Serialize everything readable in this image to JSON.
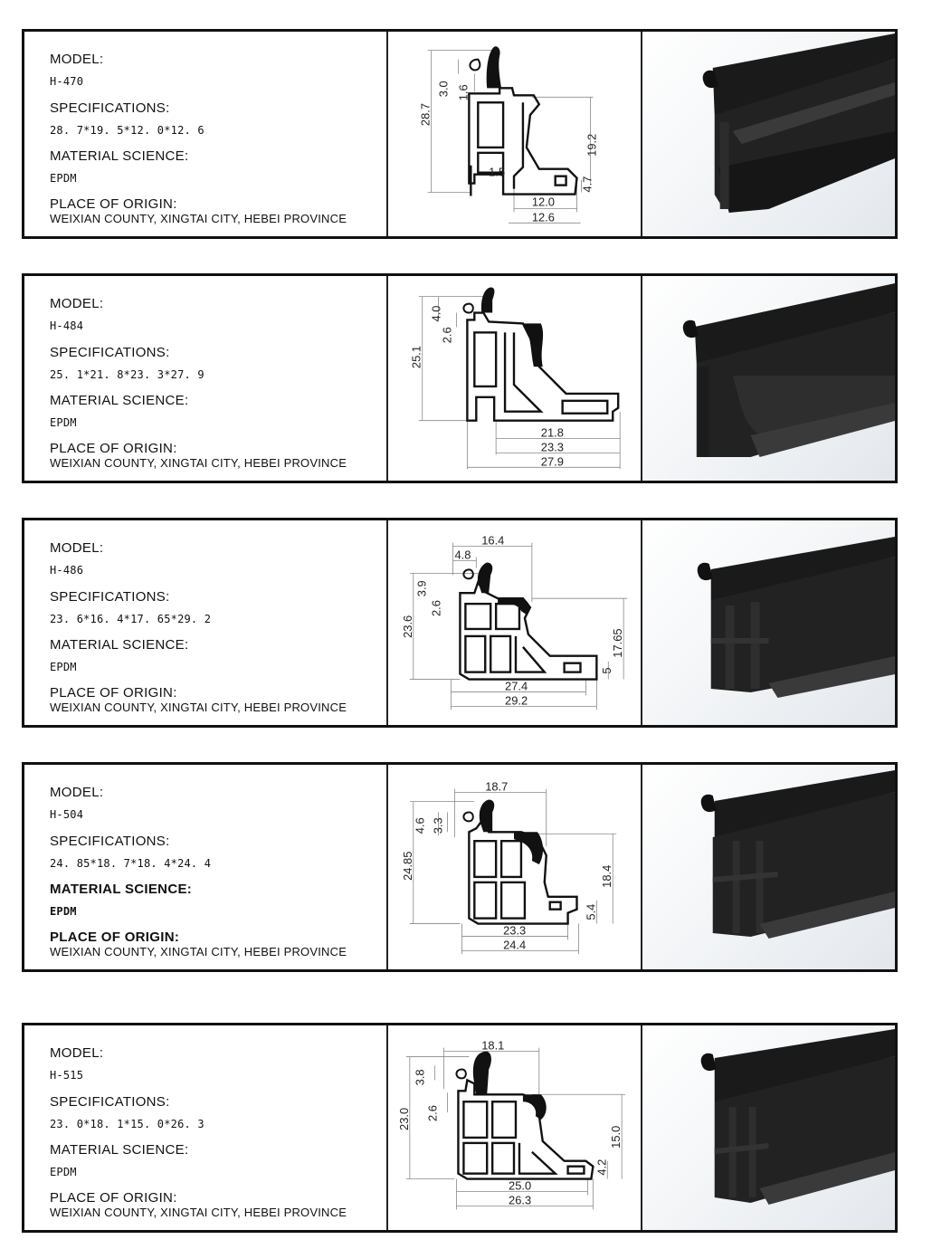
{
  "labels": {
    "model": "MODEL:",
    "specifications": "SPECIFICATIONS:",
    "material": "MATERIAL SCIENCE:",
    "origin": "PLACE OF ORIGIN:"
  },
  "products": [
    {
      "model": "H-470",
      "specifications": "28. 7*19. 5*12. 0*12. 6",
      "material": "EPDM",
      "origin": "WEIXIAN COUNTY, XINGTAI CITY, HEBEI PROVINCE",
      "dimensions": [
        "28.7",
        "3.0",
        "1.6",
        "19.2",
        "1.5",
        "4.7",
        "12.0",
        "12.6"
      ]
    },
    {
      "model": "H-484",
      "specifications": "25. 1*21. 8*23. 3*27. 9",
      "material": "EPDM",
      "origin": "WEIXIAN COUNTY, XINGTAI CITY, HEBEI PROVINCE",
      "dimensions": [
        "25.1",
        "4.0",
        "2.6",
        "21.8",
        "23.3",
        "27.9"
      ]
    },
    {
      "model": "H-486",
      "specifications": "23. 6*16. 4*17. 65*29. 2",
      "material": "EPDM",
      "origin": "WEIXIAN COUNTY, XINGTAI CITY, HEBEI PROVINCE",
      "dimensions": [
        "16.4",
        "4.8",
        "3.9",
        "2.6",
        "23.6",
        "17.65",
        "5",
        "27.4",
        "29.2"
      ]
    },
    {
      "model": "H-504",
      "specifications": "24. 85*18. 7*18. 4*24. 4",
      "material": "EPDM",
      "origin": "WEIXIAN COUNTY, XINGTAI CITY, HEBEI PROVINCE",
      "dimensions": [
        "18.7",
        "4.6",
        "3.3",
        "24.85",
        "18.4",
        "5.4",
        "23.3",
        "24.4"
      ]
    },
    {
      "model": "H-515",
      "specifications": "23. 0*18. 1*15. 0*26. 3",
      "material": "EPDM",
      "origin": "WEIXIAN COUNTY, XINGTAI CITY, HEBEI PROVINCE",
      "dimensions": [
        "18.1",
        "3.8",
        "23.0",
        "2.6",
        "15.0",
        "4.2",
        "25.0",
        "26.3"
      ]
    }
  ]
}
